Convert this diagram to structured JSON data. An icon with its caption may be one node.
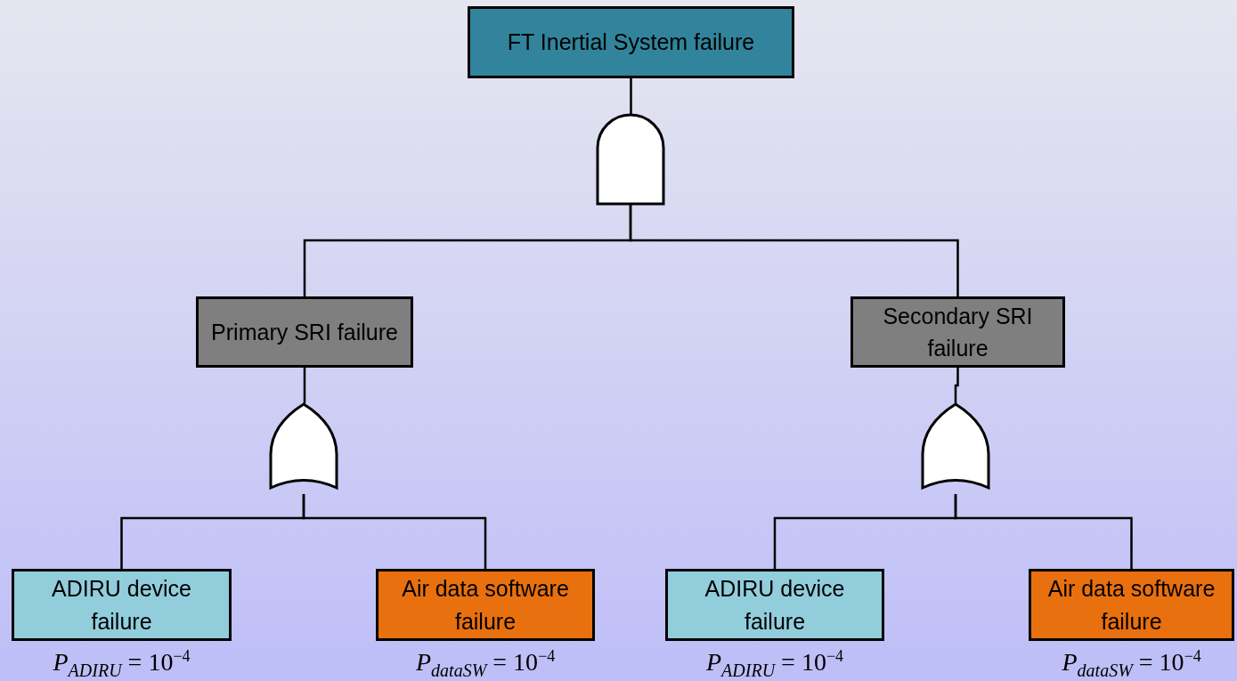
{
  "diagram": {
    "nodes": [
      {
        "text": [
          "FT Inertial System failure"
        ]
      },
      {
        "text": [],
        "shape": "and-gate"
      },
      {
        "text": [
          "Primary SRI failure"
        ]
      },
      {
        "text": [
          "Secondary SRI failure"
        ]
      },
      {
        "text": [],
        "shape": "or-gate"
      },
      {
        "text": [],
        "shape": "or-gate"
      },
      {
        "text": [
          "ADIRU device failure"
        ],
        "beside": [
          "*P*$_{ADIRU}$ = 10$^{−4}$"
        ]
      },
      {
        "text": [
          "Air data software failure"
        ],
        "beside": [
          "*P*$_{dataSW}$ = 10$^{−4}$"
        ]
      },
      {
        "text": [
          "ADIRU device failure"
        ],
        "beside": [
          "*P*$_{ADIRU}$ = 10$^{−4}$"
        ]
      },
      {
        "text": [
          "Air data software failure"
        ],
        "beside": [
          "*P*$_{dataSW}$ = 10$^{−4}$"
        ]
      }
    ],
    "edges": [
      {
        "from": 0,
        "to": 1,
        "arrow": "none"
      },
      {
        "from": 1,
        "to": 2,
        "arrow": "none"
      },
      {
        "from": 1,
        "to": 3,
        "arrow": "none"
      },
      {
        "from": 2,
        "to": 4,
        "arrow": "none"
      },
      {
        "from": 4,
        "to": 6,
        "arrow": "none"
      },
      {
        "from": 4,
        "to": 7,
        "arrow": "none"
      },
      {
        "from": 3,
        "to": 5,
        "arrow": "none"
      },
      {
        "from": 5,
        "to": 8,
        "arrow": "none"
      },
      {
        "from": 5,
        "to": 9,
        "arrow": "none"
      }
    ]
  }
}
